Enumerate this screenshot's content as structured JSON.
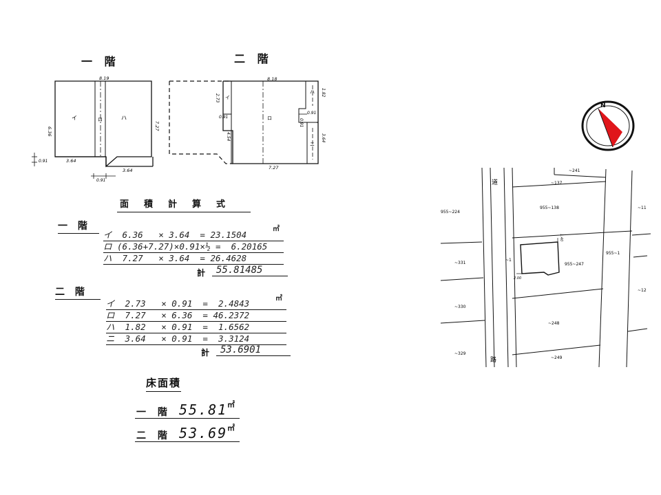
{
  "floors": {
    "first": "一 階",
    "second": "二 階"
  },
  "plan1": {
    "dim_top": "8.19",
    "dim_left": "6.36",
    "dim_right": "7.27",
    "dim_bottom_left": "3.64",
    "dim_bottom_right": "3.64",
    "dim_step_v": "0.91",
    "dim_step_h": "0.91",
    "room_i": "イ",
    "room_ro": "ロ",
    "room_ha": "ハ"
  },
  "plan2": {
    "dim_top": "8.18",
    "dim_left_a": "2.73",
    "dim_left_b": "0.91",
    "dim_left_c": "4.54",
    "dim_right_a": "1.82",
    "dim_right_b": "0.91",
    "dim_right_c": "0.91",
    "dim_right_d": "3.64",
    "dim_bottom": "7.27",
    "room_i": "イ",
    "room_ro": "ロ",
    "room_ha": "ハ",
    "room_ni": "ニ"
  },
  "calc": {
    "heading": "面積計算式",
    "first": {
      "label": "一 階",
      "rows": [
        "イ  6.36   × 3.64  = 23.1504",
        "ロ (6.36+7.27)×0.91×½ =  6.20165",
        "ハ  7.27   × 3.64  = 26.4628"
      ],
      "unit": "㎡",
      "total_label": "計",
      "total": "55.81485"
    },
    "second": {
      "label": "二 階",
      "rows": [
        "イ  2.73   × 0.91  =  2.4843",
        "ロ  7.27   × 6.36  = 46.2372",
        "ハ  1.82   × 0.91  =  1.6562",
        "ニ  3.64   × 0.91  =  3.3124"
      ],
      "unit": "㎡",
      "total_label": "計",
      "total": "53.6901"
    }
  },
  "floor_area": {
    "title": "床面積",
    "rows": [
      {
        "label": "一 階",
        "value": "55.81",
        "unit": "㎡"
      },
      {
        "label": "二 階",
        "value": "53.69",
        "unit": "㎡"
      }
    ]
  },
  "site_map": {
    "compass": "N",
    "road_chars": [
      "道",
      "路"
    ],
    "lots": {
      "l241": "~241",
      "l137": "~137",
      "l955_224": "955~224",
      "l955_138": "955~138",
      "l11": "~11",
      "l955_1": "955~1",
      "l331": "~331",
      "l1": "~1",
      "l955_247": "955~247",
      "l12": "~12",
      "l330": "~330",
      "l248": "~248",
      "l329": "~329",
      "l249": "~249"
    },
    "dim_a": "1.40",
    "dim_b": "2.00"
  }
}
